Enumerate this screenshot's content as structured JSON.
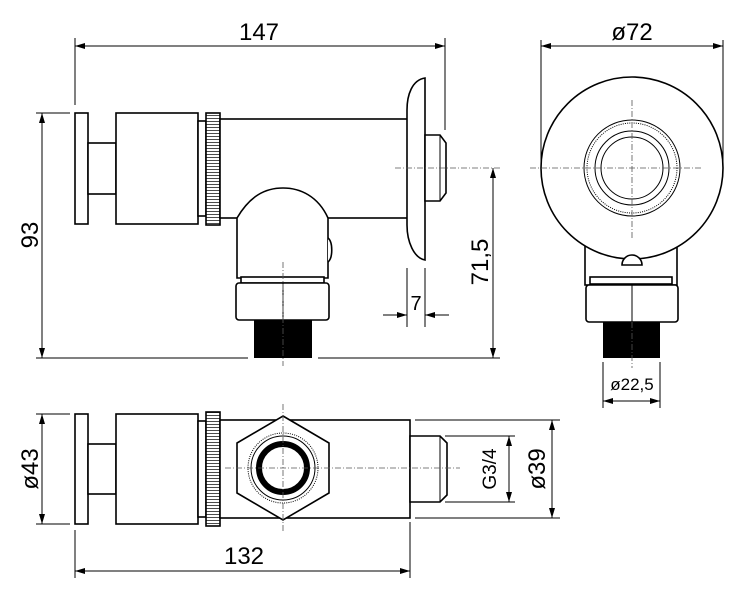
{
  "dimensions": {
    "total_length": "147",
    "height": "93",
    "outlet_height": "71,5",
    "flange_thickness": "7",
    "flange_diameter": "ø72",
    "outlet_diameter": "ø22,5",
    "handle_diameter": "ø43",
    "body_length": "132",
    "thread": "G3/4",
    "body_diameter": "ø39"
  }
}
